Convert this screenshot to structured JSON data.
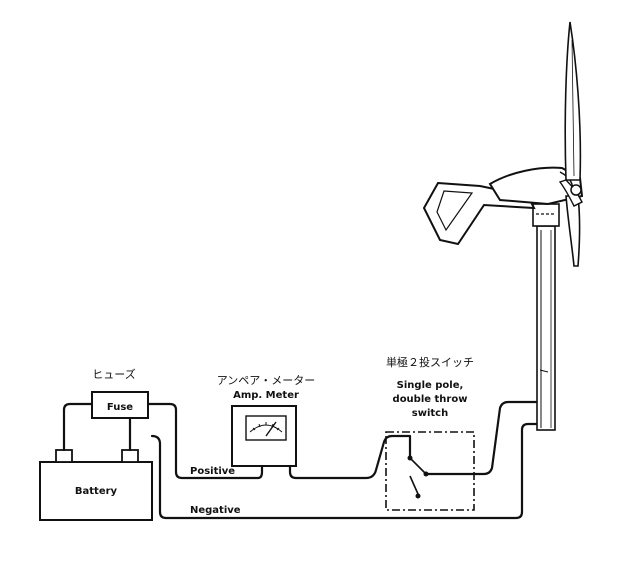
{
  "labels": {
    "fuse_jp": "ヒューズ",
    "fuse": "Fuse",
    "battery": "Battery",
    "ammeter_jp": "アンペア・メーター",
    "ammeter": "Amp. Meter",
    "switch_jp": "単極２投スイッチ",
    "switch_line1": "Single pole,",
    "switch_line2": "double throw",
    "switch_line3": "switch",
    "positive": "Positive",
    "negative": "Negative"
  }
}
